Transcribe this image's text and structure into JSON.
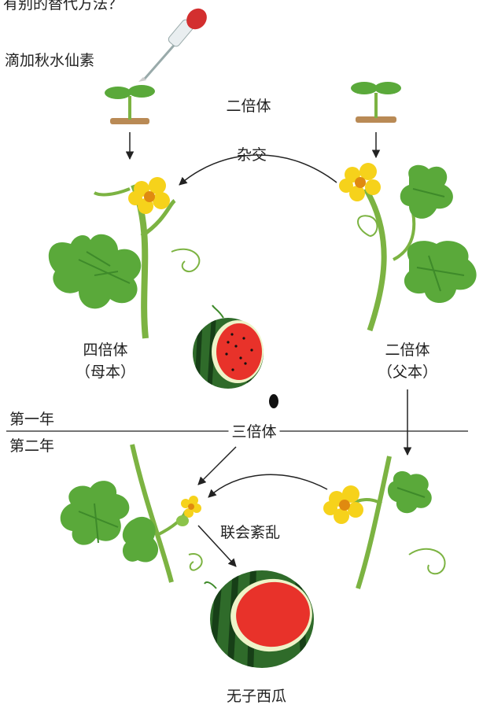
{
  "header_fragment": "有别的替代方法？",
  "labels": {
    "colchicine": "滴加秋水仙素",
    "diploid_top": "二倍体",
    "cross": "杂交",
    "tetraploid": "四倍体",
    "mother": "（母本）",
    "diploid_right": "二倍体",
    "father": "（父本）",
    "year_one": "第一年",
    "year_two": "第二年",
    "triploid": "三倍体",
    "synapsis": "联会紊乱",
    "seedless": "无子西瓜"
  },
  "colors": {
    "leaf": "#5aa93a",
    "leaf_dark": "#3e8a2a",
    "stem": "#7cb342",
    "flower": "#f6d21b",
    "flower_center": "#e08a10",
    "melon_rind": "#2f6b2a",
    "melon_stripe": "#173f17",
    "melon_flesh": "#e8322a",
    "melon_inner_rind": "#eef3c8",
    "soil": "#b98a55",
    "dropper_bulb": "#d32f2f",
    "arrow": "#222222"
  }
}
